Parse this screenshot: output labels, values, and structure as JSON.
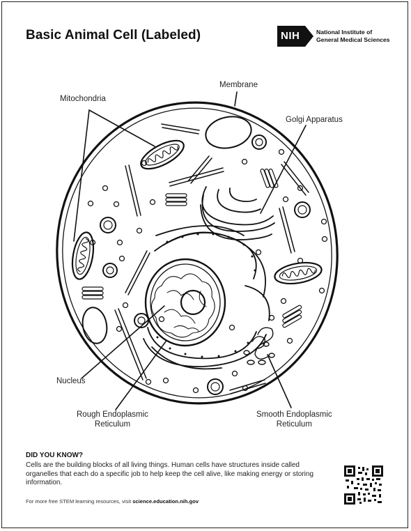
{
  "title": "Basic Animal Cell (Labeled)",
  "logo": {
    "badge_text": "NIH",
    "name_line1": "National Institute of",
    "name_line2": "General Medical Sciences"
  },
  "labels": {
    "membrane": "Membrane",
    "mitochondria": "Mitochondria",
    "golgi": "Golgi Apparatus",
    "nucleus": "Nucleus",
    "rough_er_line1": "Rough Endoplasmic",
    "rough_er_line2": "Reticulum",
    "smooth_er_line1": "Smooth Endoplasmic",
    "smooth_er_line2": "Reticulum"
  },
  "did_you_know": {
    "heading": "DID YOU KNOW?",
    "text": "Cells are the building blocks of all living things. Human cells have structures inside called organelles that each do a specific job to help keep the cell alive, like making energy or storing information."
  },
  "footer": {
    "prefix": "For more free STEM learning resources, visit ",
    "link": "science.education.nih.gov"
  },
  "colors": {
    "ink": "#111111",
    "paper": "#ffffff"
  },
  "icons": [
    "nih-logo-icon",
    "qr-code-icon"
  ]
}
